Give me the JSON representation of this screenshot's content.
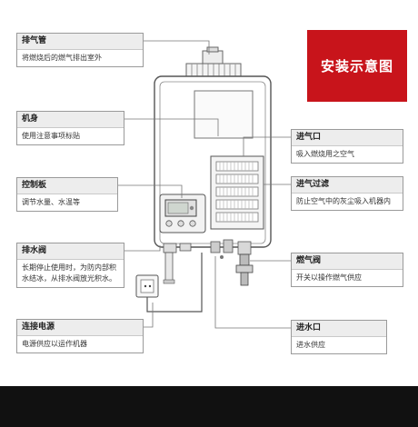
{
  "banner": {
    "text": "安装示意图",
    "color": "#c8141b"
  },
  "footer_color": "#111111",
  "callouts": {
    "exhaust_pipe": {
      "title": "排气管",
      "desc": "将燃烧后的燃气排出室外"
    },
    "body": {
      "title": "机身",
      "desc": "使用注意事项标贴"
    },
    "control_panel": {
      "title": "控制板",
      "desc": "调节水量、水温等"
    },
    "drain_valve": {
      "title": "排水阀",
      "desc": "长期停止使用时，为防内部积水结冰，从排水阀放光积水。"
    },
    "power": {
      "title": "连接电源",
      "desc": "电源供应以运作机器"
    },
    "air_inlet": {
      "title": "进气口",
      "desc": "吸入燃烧用之空气"
    },
    "air_filter": {
      "title": "进气过滤",
      "desc": "防止空气中的灰尘吸入机器内"
    },
    "gas_valve": {
      "title": "燃气阀",
      "desc": "开关以操作燃气供应"
    },
    "water_inlet": {
      "title": "进水口",
      "desc": "进水供应"
    }
  }
}
